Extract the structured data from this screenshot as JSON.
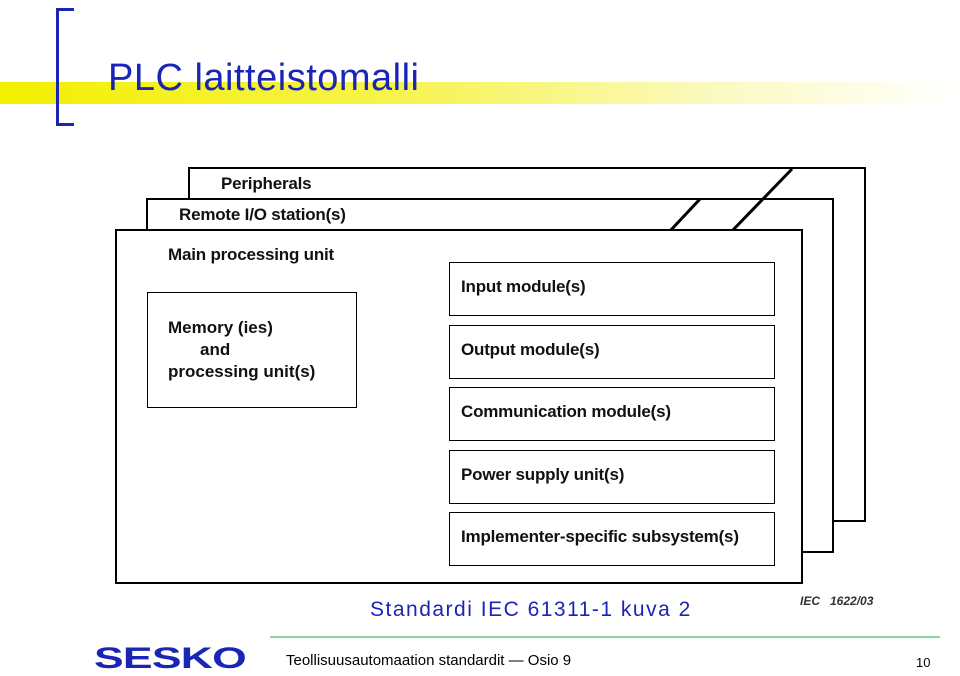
{
  "slide": {
    "title": "PLC laitteistomalli",
    "caption": "Standardi IEC 61311-1 kuva 2",
    "footer_text": "Teollisuusautomaation standardit — Osio 9",
    "page_number": "10",
    "logo_text": "SESKO",
    "colors": {
      "title": "#1b25b5",
      "title_bar": "#f3f000",
      "footer_line": "#8bd6a0",
      "logo": "#1b25b5"
    }
  },
  "diagram": {
    "layers": {
      "peripherals": "Peripherals",
      "remote_io": "Remote I/O station(s)",
      "main": "Main processing unit"
    },
    "memory_box": [
      "Memory (ies)",
      "and",
      "processing unit(s)"
    ],
    "modules": [
      "Input module(s)",
      "Output module(s)",
      "Communication module(s)",
      "Power supply unit(s)",
      "Implementer-specific subsystem(s)"
    ],
    "figure_ref": "IEC   1622/03"
  }
}
